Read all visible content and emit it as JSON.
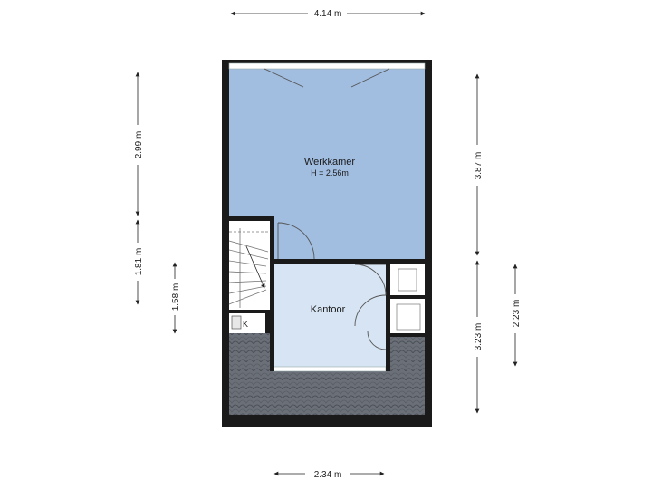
{
  "floorplan": {
    "rooms": [
      {
        "name": "Werkkamer",
        "height_label": "H = 2.56m",
        "fill": "#a1bde0"
      },
      {
        "name": "Kantoor",
        "height_label": "",
        "fill": "#d6e4f3"
      }
    ],
    "dimensions": {
      "top_width": "4.14 m",
      "bottom_width": "2.34 m",
      "left_upper": "2.99 m",
      "left_lower": "1.81 m",
      "left_inner": "1.58 m",
      "right_upper": "3.87 m",
      "right_lower": "3.23 m",
      "right_inner": "2.23 m"
    },
    "boiler_label": "K",
    "colors": {
      "wall": "#1a1a1a",
      "roof_tiles": "#6a6f78",
      "werkkamer": "#a1bde0",
      "kantoor": "#d6e4f3",
      "dimension_line": "#222222"
    }
  }
}
